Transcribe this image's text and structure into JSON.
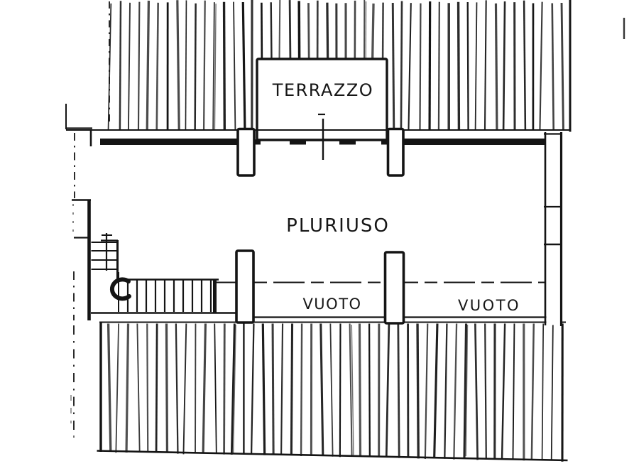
{
  "plan": {
    "rooms": {
      "terrazzo": {
        "label": "TERRAZZO"
      },
      "pluriuso": {
        "label": "PLURIUSO"
      },
      "vuoto_left": {
        "label": "VUOTO"
      },
      "vuoto_right": {
        "label": "VUOTO"
      }
    },
    "colors": {
      "background": "#ffffff",
      "ink": "#141414"
    }
  }
}
